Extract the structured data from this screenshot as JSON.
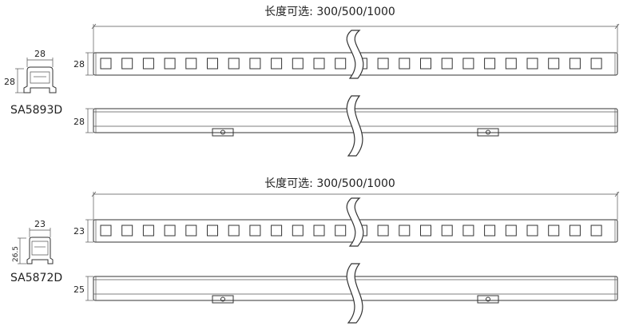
{
  "products": [
    {
      "model": "SA5893D",
      "length_label": "长度可选:  300/500/1000",
      "profile": {
        "width": "28",
        "height": "28"
      },
      "front_view_height": "28",
      "side_view_height": "28"
    },
    {
      "model": "SA5872D",
      "length_label": "长度可选:  300/500/1000",
      "profile": {
        "width": "23",
        "height": "26.5"
      },
      "front_view_height": "23",
      "side_view_height": "25"
    }
  ],
  "led_count_per_bar": 24
}
